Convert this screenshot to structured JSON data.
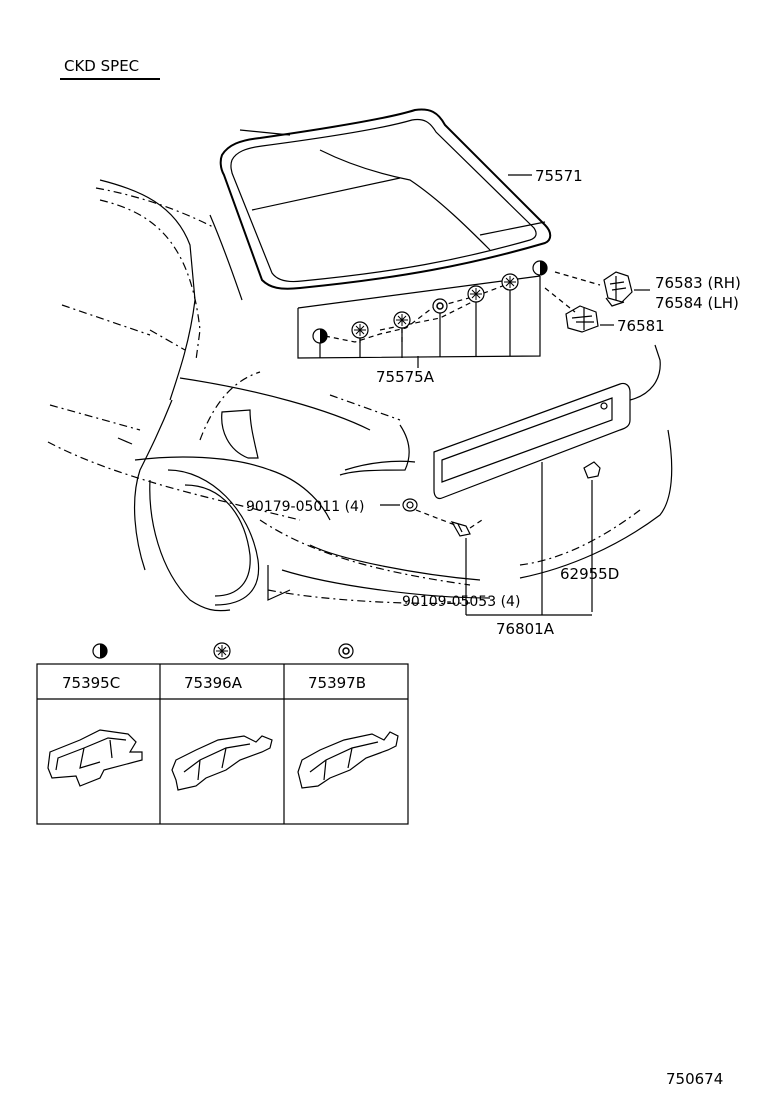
{
  "header": {
    "spec_label": "CKD SPEC"
  },
  "parts": {
    "glass_weatherstrip": "75571",
    "clip_group": "75575A",
    "hinge_rh": "76583 (RH)",
    "hinge_lh": "76584 (LH)",
    "stop_lamp_bracket": "76581",
    "nut": "90179-05011 (4)",
    "clip_screw": "90109-05053 (4)",
    "cushion": "62955D",
    "rear_spoiler": "76801A"
  },
  "legend": {
    "items": [
      {
        "symbol": "half-circle-icon",
        "part": "75395C"
      },
      {
        "symbol": "asterisk-circle-icon",
        "part": "75396A"
      },
      {
        "symbol": "ring-icon",
        "part": "75397B"
      }
    ]
  },
  "footer": {
    "diagram_code": "750674"
  }
}
